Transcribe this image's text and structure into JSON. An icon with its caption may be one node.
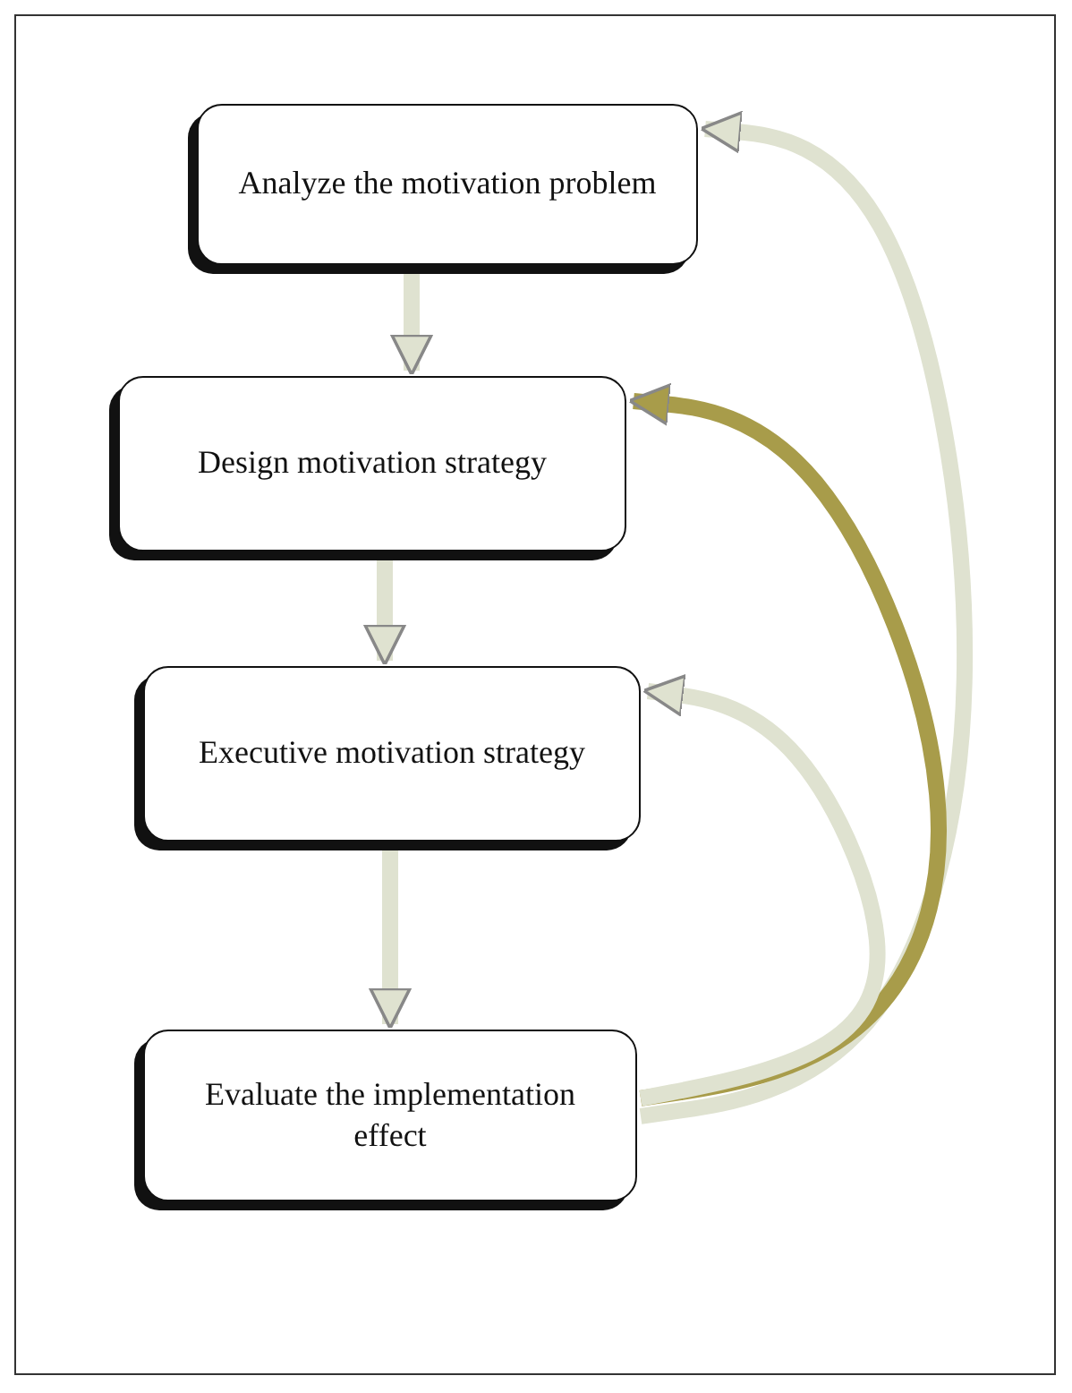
{
  "diagram": {
    "nodes": [
      {
        "text": [
          "Analyze the motivation problem"
        ]
      },
      {
        "text": [
          "Design motivation strategy"
        ]
      },
      {
        "text": [
          "Executive motivation strategy"
        ]
      },
      {
        "text": [
          "Evaluate the implementation effect"
        ]
      }
    ],
    "edges": [
      {
        "from": 0,
        "to": 1,
        "arrow": "to"
      },
      {
        "from": 1,
        "to": 2,
        "arrow": "to"
      },
      {
        "from": 2,
        "to": 3,
        "arrow": "to"
      },
      {
        "from": 3,
        "to": 0,
        "arrow": "to"
      },
      {
        "from": 3,
        "to": 1,
        "arrow": "to",
        "color": "#a89c4a"
      },
      {
        "from": 3,
        "to": 2,
        "arrow": "to"
      }
    ]
  }
}
